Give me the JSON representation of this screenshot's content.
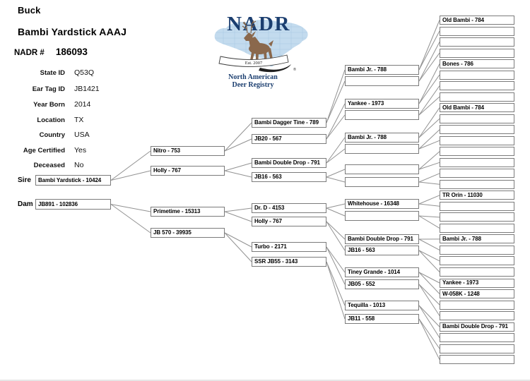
{
  "header": {
    "species": "Buck",
    "animal_name": "Bambi Yardstick AAAJ",
    "nadr_label": "NADR #",
    "nadr_number": "186093"
  },
  "details": {
    "fields": [
      {
        "label": "State ID",
        "value": "Q53Q"
      },
      {
        "label": "Ear Tag ID",
        "value": "JB1421"
      },
      {
        "label": "Year Born",
        "value": "2014"
      },
      {
        "label": "Location",
        "value": "TX"
      },
      {
        "label": "Country",
        "value": "USA"
      },
      {
        "label": "Age Certified",
        "value": "Yes"
      },
      {
        "label": "Deceased",
        "value": "No"
      }
    ]
  },
  "logo": {
    "acronym": "NADR",
    "established": "Est. 2007",
    "name_line1": "North American",
    "name_line2": "Deer Registry",
    "registered_mark": "®",
    "colors": {
      "navy": "#1b3e6f",
      "map_blue": "#c3dbee",
      "map_grid": "#a6c8e2",
      "deer_brown": "#8a684c"
    }
  },
  "pedigree": {
    "sire_label": "Sire",
    "dam_label": "Dam",
    "line_color": "#929292",
    "box_border_color": "#7b7b7b",
    "generations": [
      {
        "boxes": [
          "Bambi Yardstick - 10424",
          "JB891 - 102836"
        ]
      },
      {
        "boxes": [
          "Nitro - 753",
          "Holly - 767",
          "Primetime - 15313",
          "JB 570 - 39935"
        ]
      },
      {
        "boxes": [
          "Bambi Dagger Tine - 789",
          "JB20 - 567",
          "Bambi Double Drop - 791",
          "JB16 - 563",
          "Dr. D - 4153",
          "Holly - 767",
          "Turbo - 2171",
          "SSR JB55 - 3143"
        ]
      },
      {
        "boxes": [
          "Bambi Jr. - 788",
          "",
          "Yankee - 1973",
          "",
          "Bambi Jr. - 788",
          "",
          "",
          "",
          "Whitehouse - 16348",
          "",
          "Bambi Double Drop - 791",
          "JB16 - 563",
          "Tiney Grande - 1014",
          "JB05 - 552",
          "Tequilla - 1013",
          "JB11 - 558"
        ]
      },
      {
        "boxes": [
          "Old Bambi - 784",
          "",
          "",
          "",
          "Bones - 786",
          "",
          "",
          "",
          "Old Bambi - 784",
          "",
          "",
          "",
          "",
          "",
          "",
          "",
          "TR Orin - 11030",
          "",
          "",
          "",
          "Bambi Jr. - 788",
          "",
          "",
          "",
          "Yankee - 1973",
          "W-058K - 1248",
          "",
          "",
          "Bambi Double Drop - 791",
          "",
          "",
          ""
        ]
      }
    ]
  }
}
